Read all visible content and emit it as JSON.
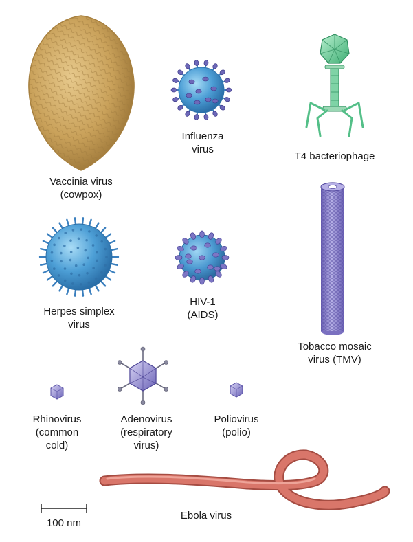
{
  "viruses": {
    "vaccinia": {
      "lines": [
        "Vaccinia virus",
        "(cowpox)"
      ]
    },
    "influenza": {
      "lines": [
        "Influenza",
        "virus"
      ]
    },
    "t4": {
      "lines": [
        "T4 bacteriophage"
      ]
    },
    "herpes": {
      "lines": [
        "Herpes simplex",
        "virus"
      ]
    },
    "hiv": {
      "lines": [
        "HIV-1",
        "(AIDS)"
      ]
    },
    "tmv": {
      "lines": [
        "Tobacco mosaic",
        "virus (TMV)"
      ]
    },
    "rhinovirus": {
      "lines": [
        "Rhinovirus",
        "(common",
        "cold)"
      ]
    },
    "adenovirus": {
      "lines": [
        "Adenovirus",
        "(respiratory",
        "virus)"
      ]
    },
    "poliovirus": {
      "lines": [
        "Poliovirus",
        "(polio)"
      ]
    },
    "ebola": {
      "lines": [
        "Ebola virus"
      ]
    }
  },
  "scale_bar": {
    "label": "100 nm"
  },
  "colors": {
    "vaccinia": "#c9a15a",
    "influenza": "#4d9fd6",
    "influenza_spike": "#6d68b8",
    "t4": "#6fcf9a",
    "herpes": "#4f9fd8",
    "hiv": "#4f9fd8",
    "tmv": "#8f86cf",
    "icosahedral": "#9a93d6",
    "ebola": "#d9766a"
  }
}
